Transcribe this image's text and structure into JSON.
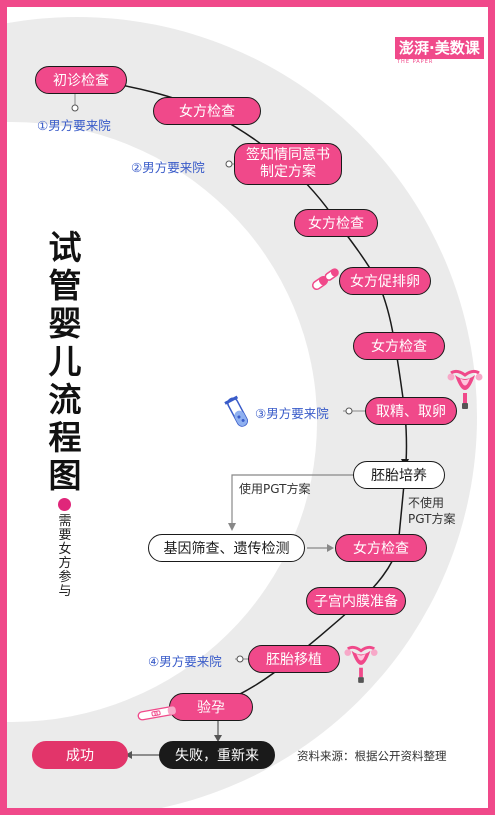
{
  "title": [
    "试",
    "管",
    "婴",
    "儿",
    "流",
    "程",
    "图"
  ],
  "subtitle": [
    "需",
    "要",
    "女",
    "方",
    "参",
    "与"
  ],
  "logo": {
    "text": "澎湃·美数课",
    "sub": "THE PAPER"
  },
  "steps": {
    "checkup": "初诊检查",
    "female_exam_1": "女方检查",
    "consent_line1": "签知情同意书",
    "consent_line2": "制定方案",
    "female_exam_2": "女方检查",
    "ovulation": "女方促排卵",
    "female_exam_3": "女方检查",
    "retrieval": "取精、取卵",
    "culture": "胚胎培养",
    "genetic": "基因筛查、遗传检测",
    "female_exam_4": "女方检查",
    "endometrium": "子宫内膜准备",
    "transfer": "胚胎移植",
    "pregnancy_test": "验孕",
    "success": "成功",
    "failure": "失败，重新来"
  },
  "notes": {
    "note1": "①男方要来院",
    "note2": "②男方要来院",
    "note3": "③男方要来院",
    "note4": "④男方要来院"
  },
  "branches": {
    "use_pgt": "使用PGT方案",
    "no_pgt_line1": "不使用",
    "no_pgt_line2": "PGT方案"
  },
  "source": "资料来源：根据公开资料整理",
  "colors": {
    "pink": "#f0498a",
    "red": "#e2356a",
    "black": "#1a1a1a",
    "blue": "#3a5cc9",
    "border": "#f0498a"
  },
  "icons": [
    "pills-icon",
    "uterus-icon",
    "test-tube-icon",
    "pregnancy-test-icon"
  ]
}
